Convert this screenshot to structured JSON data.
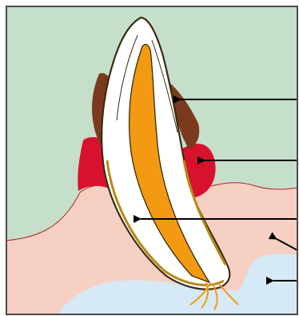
{
  "diagram": {
    "colors": {
      "frame": "#4a4a4a",
      "tissue_green": "#c5dfcb",
      "gum_pink": "#f6d0c2",
      "inflamed_red": "#d8122d",
      "tartar_brown": "#7b3a1e",
      "bone_blue": "#d6e9f6",
      "enamel_white": "#ffffff",
      "pulp_orange": "#f39a12",
      "outline_dark": "#3a2a10",
      "arrow_black": "#000000"
    },
    "pointer_arrows": [
      {
        "id": "arrow-tartar",
        "target": "tartar"
      },
      {
        "id": "arrow-inflamed-gum",
        "target": "inflamed-gum"
      },
      {
        "id": "arrow-root-surface",
        "target": "root-surface"
      },
      {
        "id": "arrow-gum-tissue",
        "target": "gum-tissue"
      },
      {
        "id": "arrow-jaw-bone",
        "target": "jaw-bone"
      }
    ]
  }
}
